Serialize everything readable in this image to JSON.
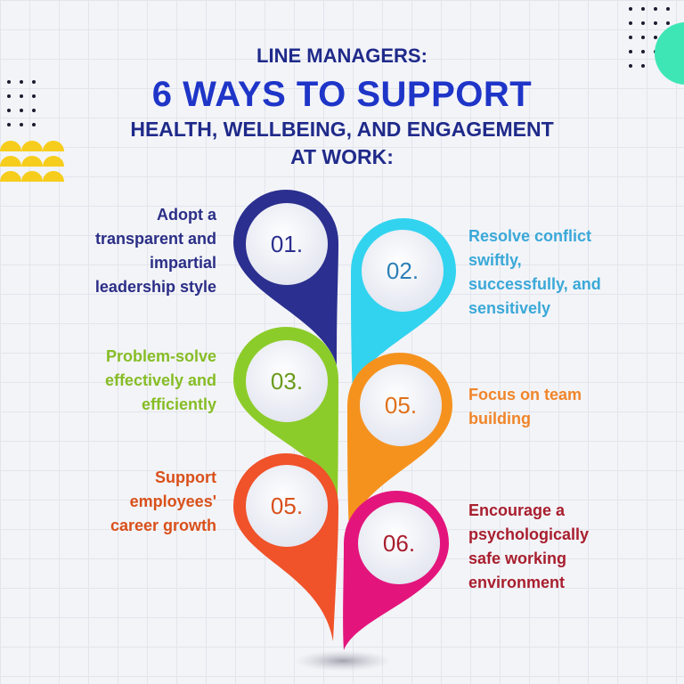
{
  "header": {
    "line1": "LINE MANAGERS:",
    "line2": "6 WAYS TO SUPPORT",
    "line3": "HEALTH, WELLBEING, AND ENGAGEMENT",
    "line4": "AT WORK:"
  },
  "items": [
    {
      "number": "01.",
      "text": [
        "Adopt a",
        "transparent and",
        "impartial",
        "leadership style"
      ],
      "color": "#2b2e86"
    },
    {
      "number": "02.",
      "text": [
        "Resolve conflict",
        "swiftly,",
        "successfully, and",
        "sensitively"
      ],
      "color": "#3aa8d8"
    },
    {
      "number": "03.",
      "text": [
        "Problem-solve",
        "effectively and",
        "efficiently"
      ],
      "color": "#86bd25"
    },
    {
      "number": "05.",
      "text": [
        "Focus on team",
        "building"
      ],
      "color": "#f0852a"
    },
    {
      "number": "05.",
      "text": [
        "Support",
        "employees'",
        "career growth"
      ],
      "color": "#d9501a"
    },
    {
      "number": "06.",
      "text": [
        "Encourage a",
        "psychologically",
        "safe working",
        "environment"
      ],
      "color": "#a81e2e"
    }
  ],
  "colors": {
    "yellow": "#f6cd1c",
    "teal": "#3ee6b6",
    "pin1": "#2b2f8f",
    "pin2": "#32d3ef",
    "pin3": "#8ccc2a",
    "pin4": "#f5921e",
    "pin5": "#f0522a",
    "pin6": "#e3157c"
  }
}
